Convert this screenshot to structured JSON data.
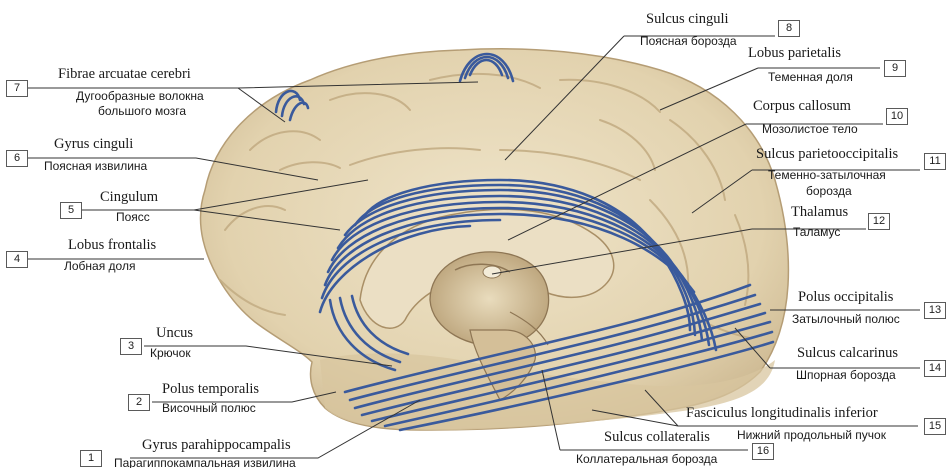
{
  "labels": [
    {
      "num": "1",
      "lat": "Gyrus parahippocampalis",
      "rus": "Парагиппокампальная извилина"
    },
    {
      "num": "2",
      "lat": "Polus temporalis",
      "rus": "Височный полюс"
    },
    {
      "num": "3",
      "lat": "Uncus",
      "rus": "Крючок"
    },
    {
      "num": "4",
      "lat": "Lobus frontalis",
      "rus": "Лобная доля"
    },
    {
      "num": "5",
      "lat": "Cingulum",
      "rus": "Поясс"
    },
    {
      "num": "6",
      "lat": "Gyrus cinguli",
      "rus": "Поясная извилина"
    },
    {
      "num": "7",
      "lat": "Fibrae arcuatae cerebri",
      "rus": "Дугообразные волокна",
      "rus2": "большого мозга"
    },
    {
      "num": "8",
      "lat": "Sulcus cinguli",
      "rus": "Поясная борозда"
    },
    {
      "num": "9",
      "lat": "Lobus parietalis",
      "rus": "Теменная доля"
    },
    {
      "num": "10",
      "lat": "Corpus callosum",
      "rus": "Мозолистое тело"
    },
    {
      "num": "11",
      "lat": "Sulcus parietooccipitalis",
      "rus": "Теменно-затылочная",
      "rus2": "борозда"
    },
    {
      "num": "12",
      "lat": "Thalamus",
      "rus": "Таламус"
    },
    {
      "num": "13",
      "lat": "Polus occipitalis",
      "rus": "Затылочный полюс"
    },
    {
      "num": "14",
      "lat": "Sulcus calcarinus",
      "rus": "Шпорная борозда"
    },
    {
      "num": "15",
      "lat": "Fasciculus longitudinalis inferior",
      "rus": "Нижний продольный пучок"
    },
    {
      "num": "16",
      "lat": "Sulcus collateralis",
      "rus": "Коллатеральная борозда"
    }
  ],
  "colors": {
    "tissue": "#e6d8b8",
    "tissue_shadow": "#c9b48d",
    "fiber": "#3a5a9c",
    "line": "#333333"
  }
}
